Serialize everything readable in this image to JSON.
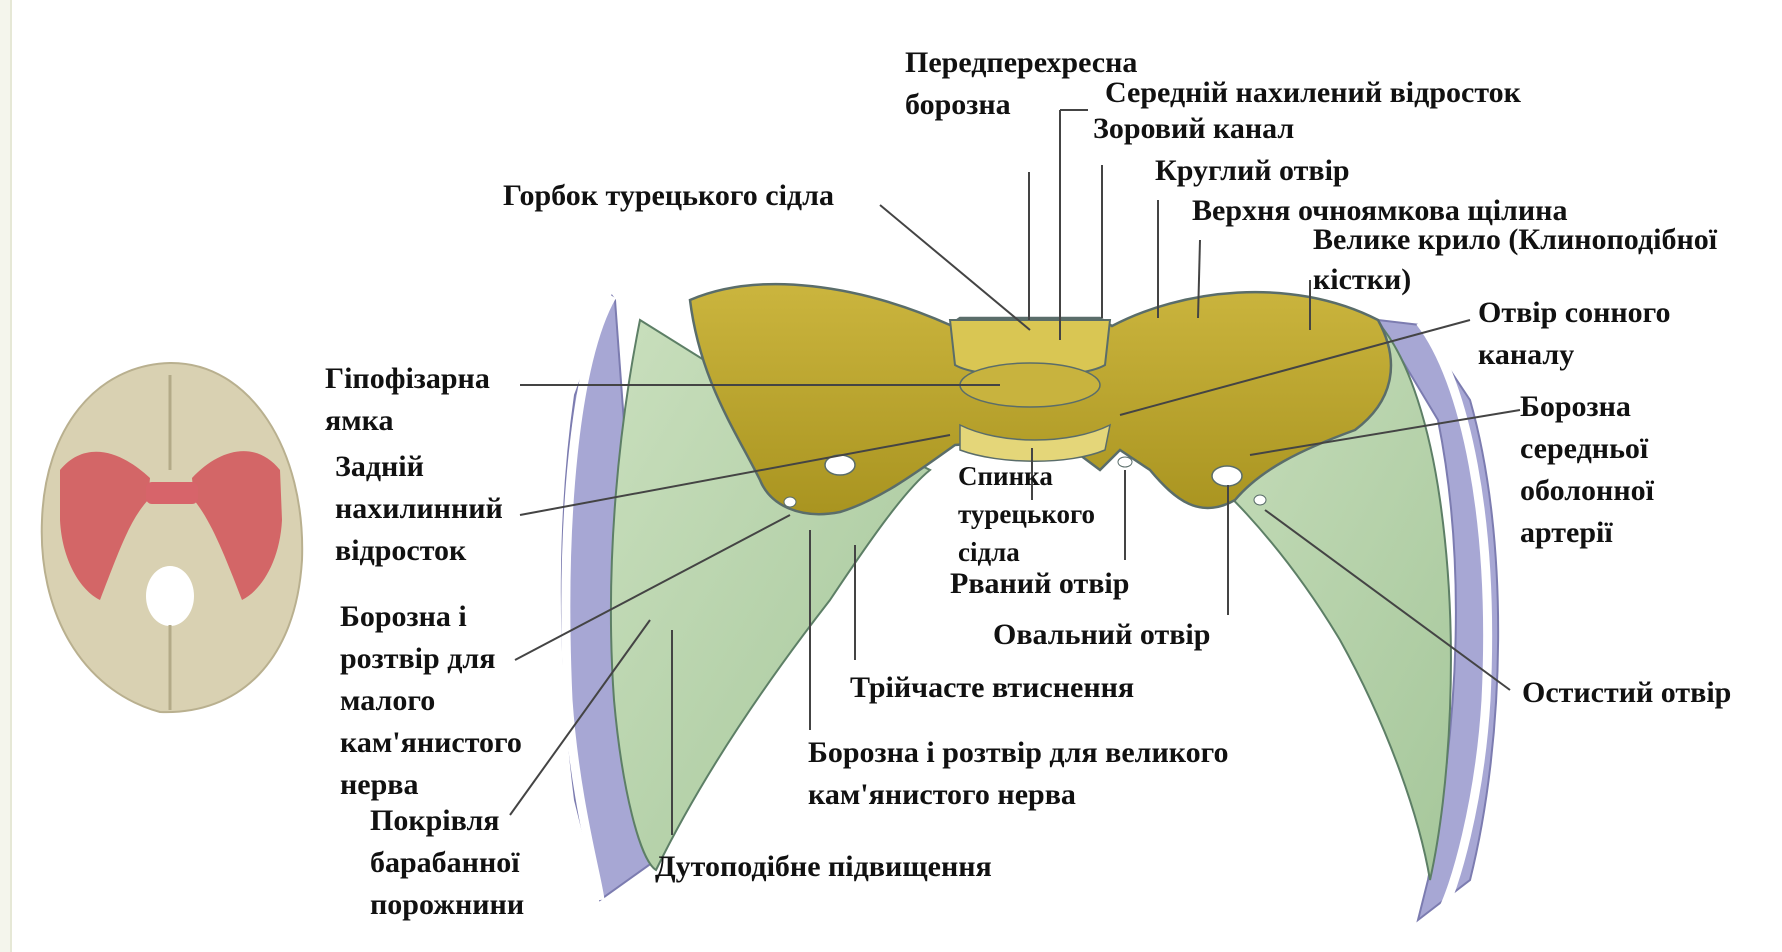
{
  "colors": {
    "frame_bg": "#f4f5ec",
    "sphenoid": "#c7b13a",
    "temporal": "#b9d5ad",
    "parietal": "#a9a9d6",
    "skull_base": "#ddd5b8",
    "highlight_red": "#d25a5e",
    "leader_line": "#444444"
  },
  "labels": {
    "prechiasmatic_groove": "Передперехресна\nборозна",
    "middle_clinoid": "Середній нахилений відросток",
    "optic_canal": "Зоровий канал",
    "foramen_rotundum": "Круглий отвір",
    "superior_orbital_fissure": "Верхня очноямкова щілина",
    "greater_wing": "Велике крило (Клиноподібної\nкістки)",
    "tuberculum_sellae": "Горбок турецького сідла",
    "carotid_canal": "Отвір сонного\nканалу",
    "hypophyseal_fossa": "Гіпофізарна\nямка",
    "middle_meningeal_groove": "Борозна\nсередньої\nоболонної\nартерії",
    "posterior_clinoid": "Задній\nнахилинний\nвідросток",
    "dorsum_sellae": "Спинка\nтурецького\nсідла",
    "foramen_lacerum": "Рваний отвір",
    "lesser_petrosal": "Борозна і\nрозтвір для\nмалого\nкам'янистого\nнерва",
    "foramen_ovale": "Овальний отвір",
    "trigeminal_impression": "Трійчасте втиснення",
    "foramen_spinosum": "Остистий отвір",
    "greater_petrosal": "Борозна і розтвір для великого\nкам'янистого нерва",
    "tegmen_tympani": "Покрівля\nбарабанної\nпорожнини",
    "arcuate_eminence": "Дутоподібне підвищення"
  }
}
